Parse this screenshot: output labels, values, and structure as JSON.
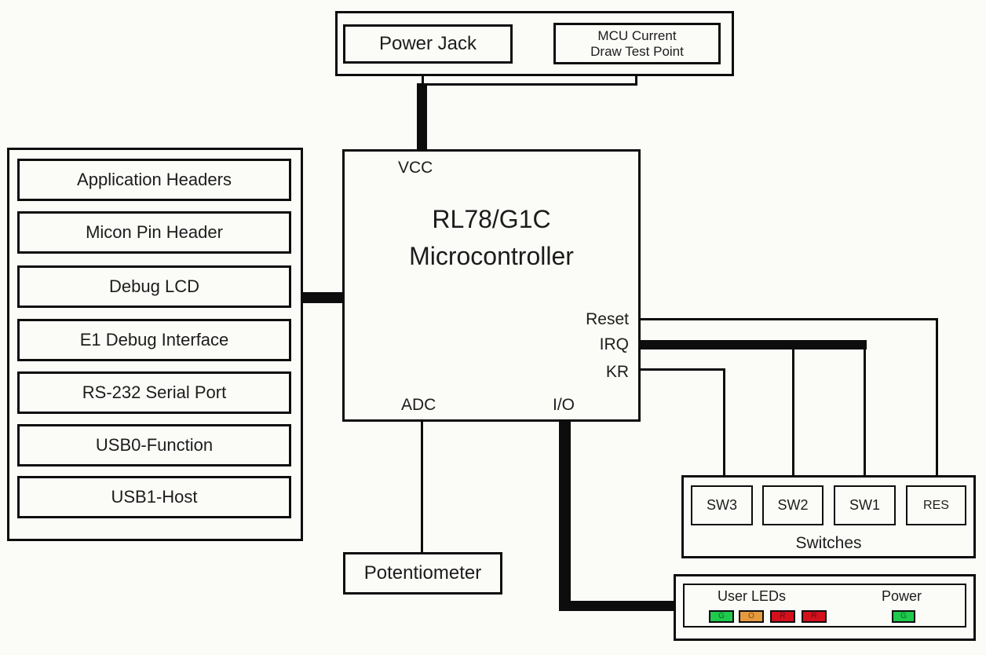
{
  "diagram": {
    "top_group": {
      "power_jack_label": "Power Jack",
      "test_point_lines": [
        "MCU Current",
        "Draw Test Point"
      ]
    },
    "mcu": {
      "title_lines": [
        "RL78/G1C",
        "Microcontroller"
      ],
      "pins": {
        "vcc": "VCC",
        "reset": "Reset",
        "irq": "IRQ",
        "kr": "KR",
        "adc": "ADC",
        "io": "I/O"
      }
    },
    "left_panel": {
      "items": [
        {
          "label": "Application Headers"
        },
        {
          "label": "Micon Pin Header"
        },
        {
          "label": "Debug LCD"
        },
        {
          "label": "E1 Debug Interface"
        },
        {
          "label": "RS-232 Serial Port"
        },
        {
          "label": "USB0-Function"
        },
        {
          "label": "USB1-Host"
        }
      ]
    },
    "potentiometer_label": "Potentiometer",
    "switches": {
      "group_label": "Switches",
      "buttons": [
        {
          "label": "SW3"
        },
        {
          "label": "SW2"
        },
        {
          "label": "SW1"
        },
        {
          "label": "RES"
        }
      ]
    },
    "leds": {
      "user_label": "User LEDs",
      "power_label": "Power",
      "user_leds": [
        {
          "letter": "G",
          "color": "#1fca4d"
        },
        {
          "letter": "O",
          "color": "#e69a3e"
        },
        {
          "letter": "R",
          "color": "#d5101d"
        },
        {
          "letter": "R",
          "color": "#d5101d"
        }
      ],
      "power_led": {
        "letter": "G",
        "color": "#1fca4d"
      }
    },
    "colors": {
      "wire": "#0d0d0d",
      "background": "#fbfbf8",
      "led_green": "#1fca4d",
      "led_orange": "#e69a3e",
      "led_red": "#d5101d"
    }
  }
}
